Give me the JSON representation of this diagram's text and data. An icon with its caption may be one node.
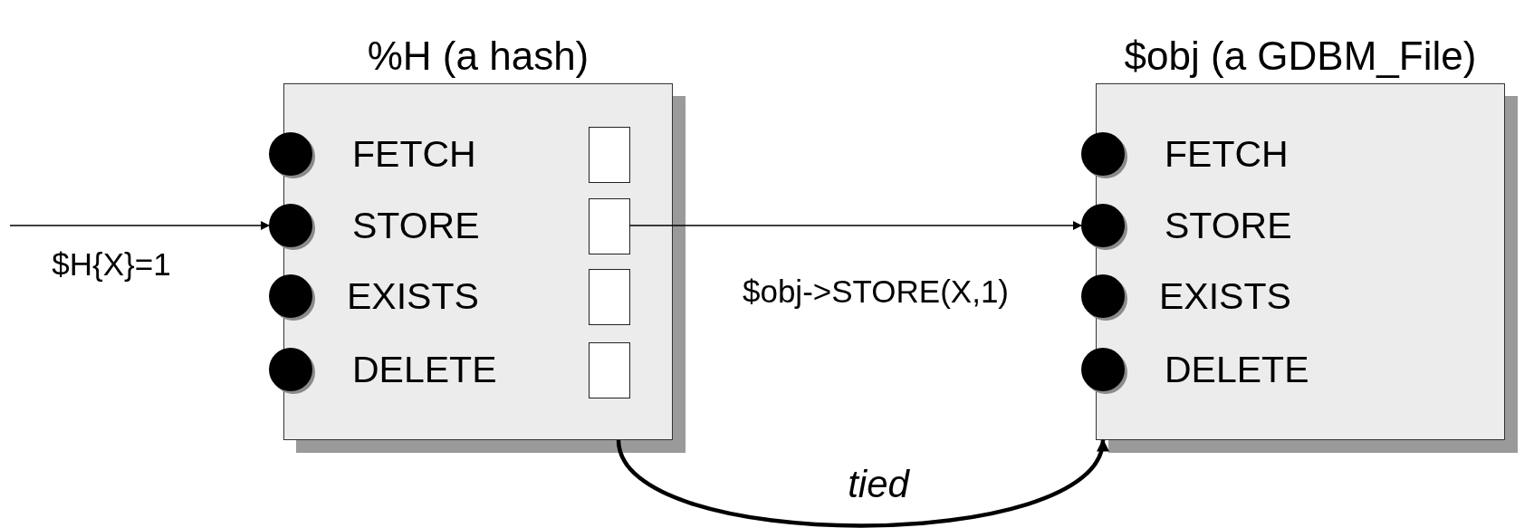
{
  "diagram": {
    "nodes": [
      {
        "text": [
          "%H (a hash)"
        ]
      },
      {
        "text": [],
        "shape": "circle"
      },
      {
        "text": [],
        "shape": "circle"
      },
      {
        "text": [],
        "shape": "circle"
      },
      {
        "text": [],
        "shape": "circle"
      },
      {
        "text": [],
        "shape": "box",
        "in": 0
      },
      {
        "text": [],
        "shape": "box",
        "in": 0
      },
      {
        "text": [],
        "shape": "box",
        "in": 0
      },
      {
        "text": [],
        "shape": "box",
        "in": 0
      },
      {
        "text": [
          "$obj (a GDBM_File)"
        ]
      },
      {
        "text": [],
        "shape": "circle"
      },
      {
        "text": [],
        "shape": "circle"
      },
      {
        "text": [],
        "shape": "circle"
      },
      {
        "text": [],
        "shape": "circle"
      }
    ],
    "edges": [
      {
        "from": null,
        "to": 2,
        "arrow": "to",
        "label": "$H{X}=1"
      },
      {
        "from": 6,
        "to": 11,
        "arrow": "to",
        "label": "$obj->STORE(X,1)"
      },
      {
        "from": 0,
        "to": 9,
        "arrow": "to",
        "label": "tied",
        "style": "thick"
      }
    ],
    "labels": [
      "FETCH",
      "FETCH",
      "STORE",
      "STORE",
      "EXISTS",
      "EXISTS",
      "DELETE",
      "DELETE"
    ]
  }
}
